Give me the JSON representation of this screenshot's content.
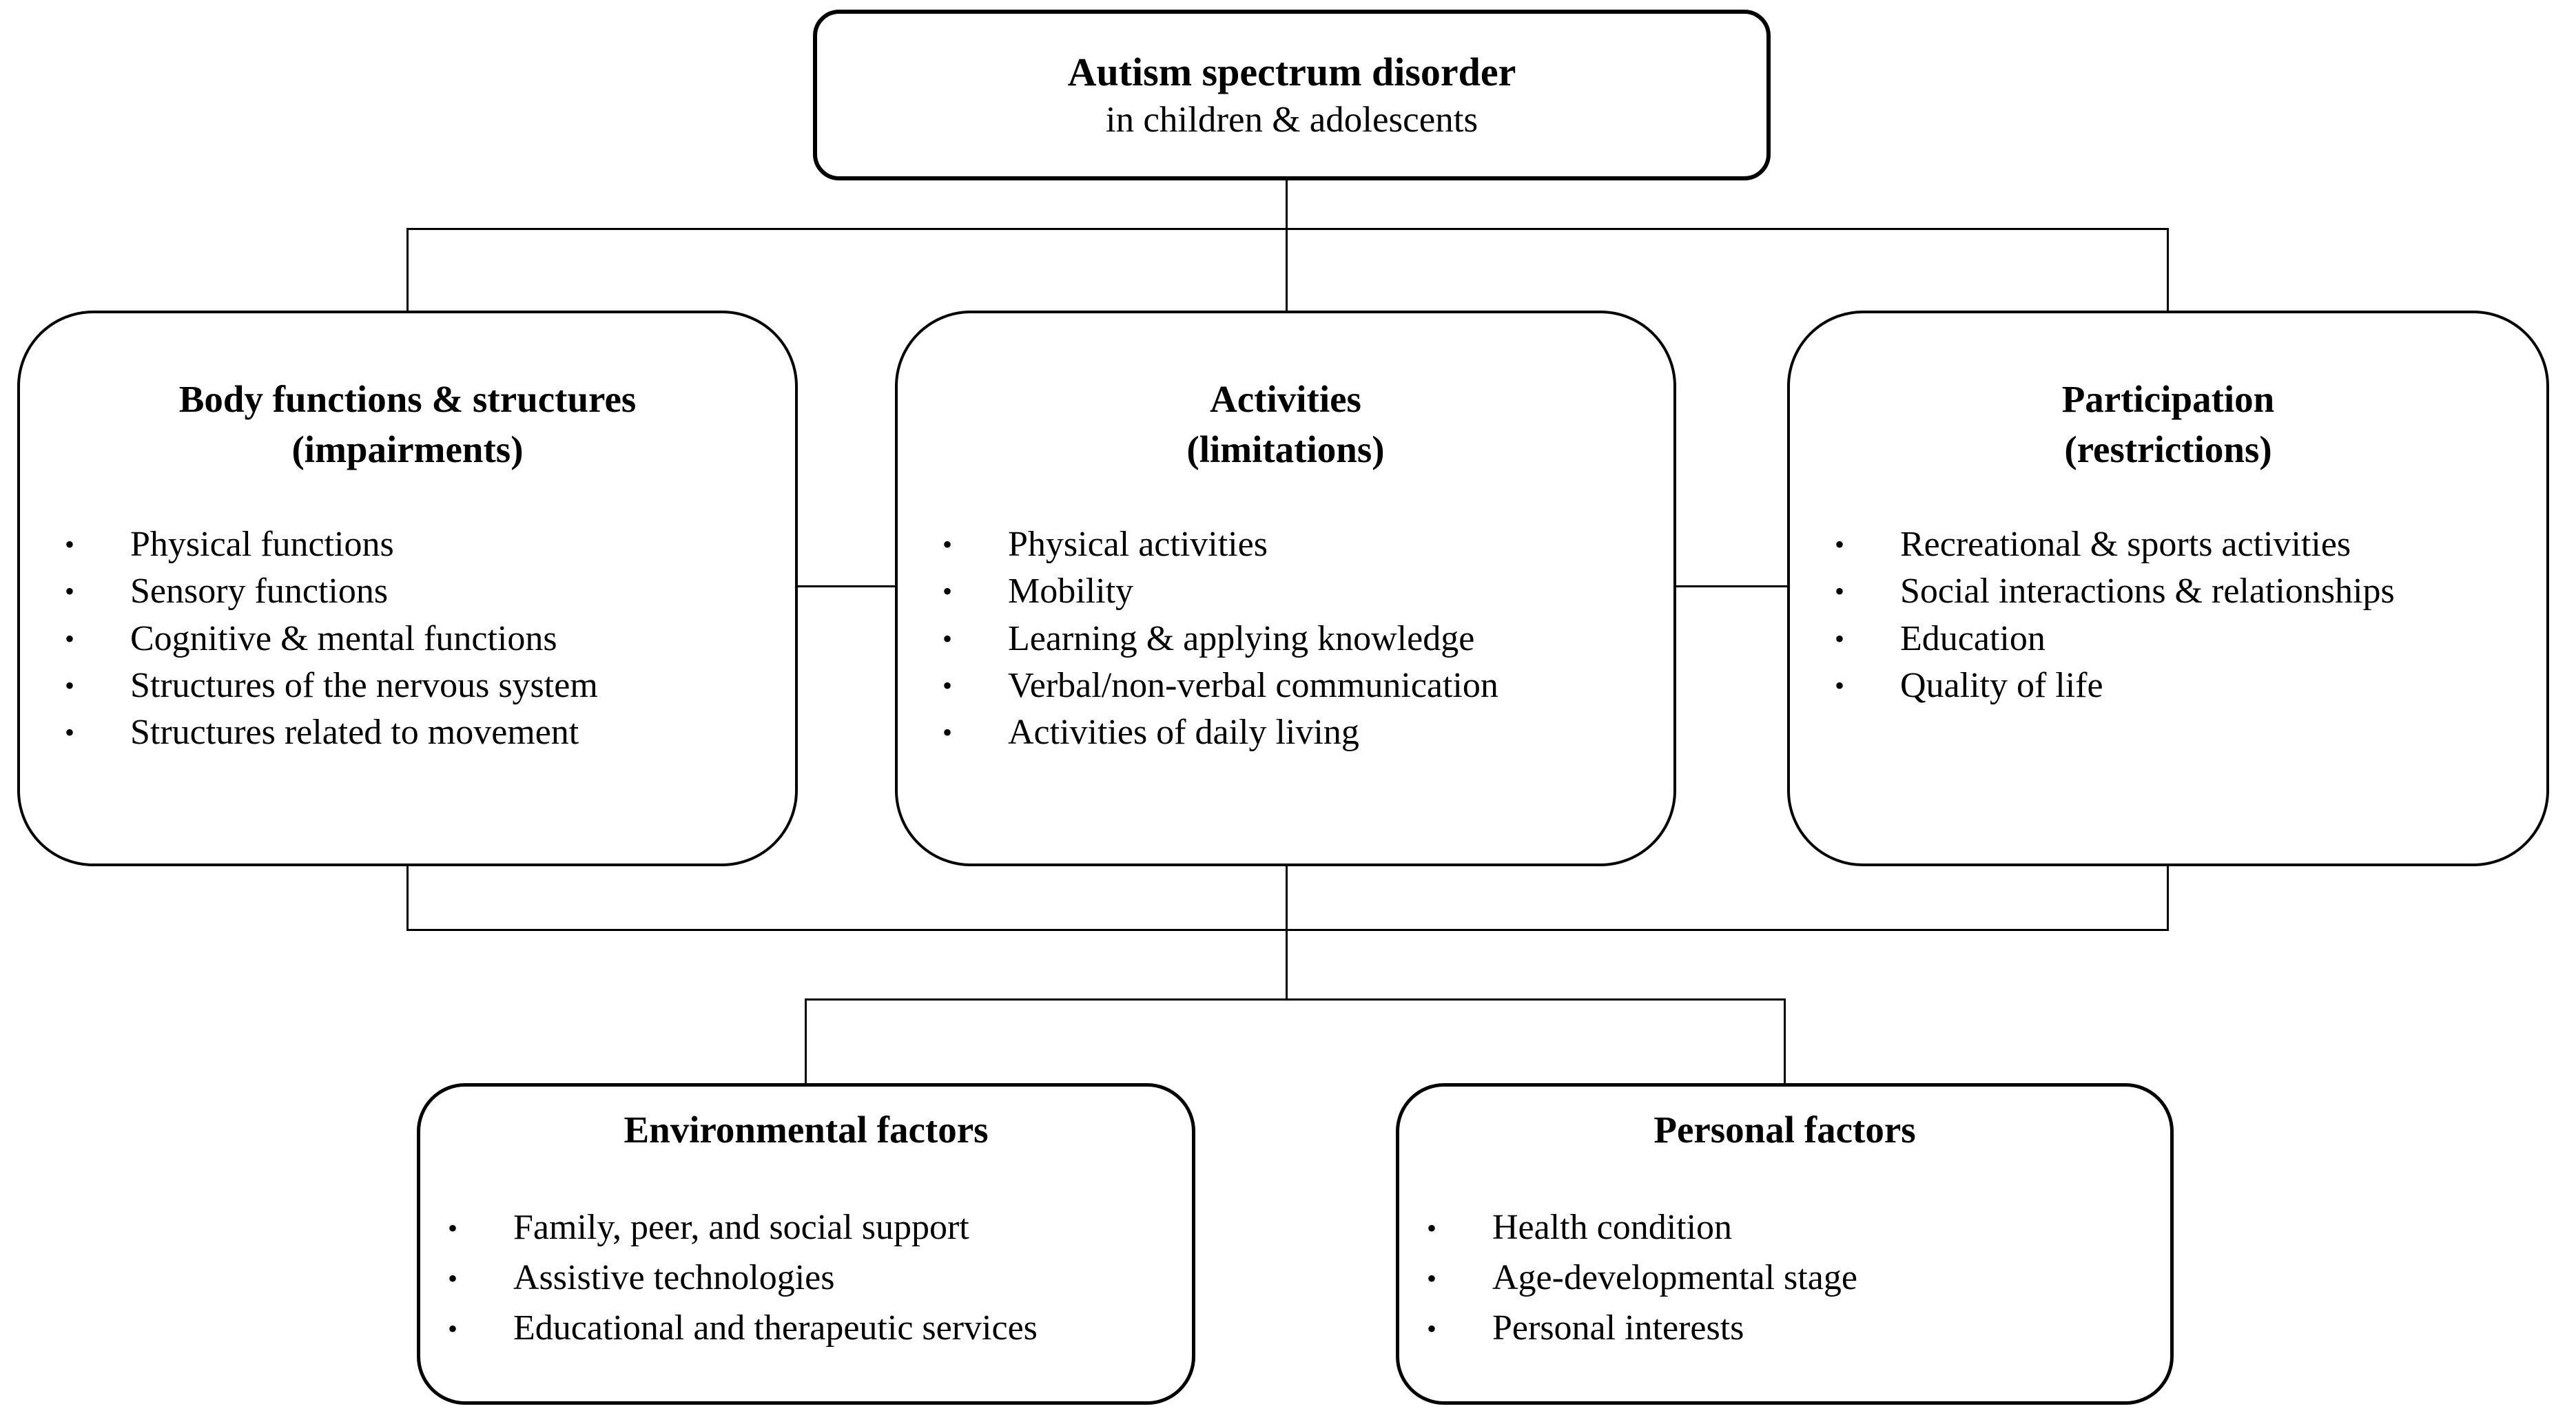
{
  "figure": {
    "type": "flowchart",
    "background_color": "#ffffff",
    "line_color": "#000000",
    "text_color": "#000000"
  },
  "icons": {
    "bullet": "•"
  },
  "root": {
    "title": "Autism spectrum disorder",
    "subtitle": "in children & adolescents"
  },
  "domains": [
    {
      "title": "Body functions & structures",
      "subtitle": "(impairments)",
      "items": [
        "Physical functions",
        "Sensory functions",
        "Cognitive & mental functions",
        "Structures of the nervous system",
        "Structures related to movement"
      ]
    },
    {
      "title": "Activities",
      "subtitle": "(limitations)",
      "items": [
        "Physical activities",
        "Mobility",
        "Learning & applying knowledge",
        "Verbal/non-verbal communication",
        "Activities of daily living"
      ]
    },
    {
      "title": "Participation",
      "subtitle": "(restrictions)",
      "items": [
        "Recreational & sports activities",
        "Social interactions & relationships",
        "Education",
        "Quality of life"
      ]
    }
  ],
  "contextual": [
    {
      "title": "Environmental factors",
      "items": [
        "Family, peer, and social support",
        "Assistive technologies",
        "Educational and therapeutic services"
      ]
    },
    {
      "title": "Personal factors",
      "items": [
        "Health condition",
        "Age-developmental stage",
        "Personal interests"
      ]
    }
  ]
}
